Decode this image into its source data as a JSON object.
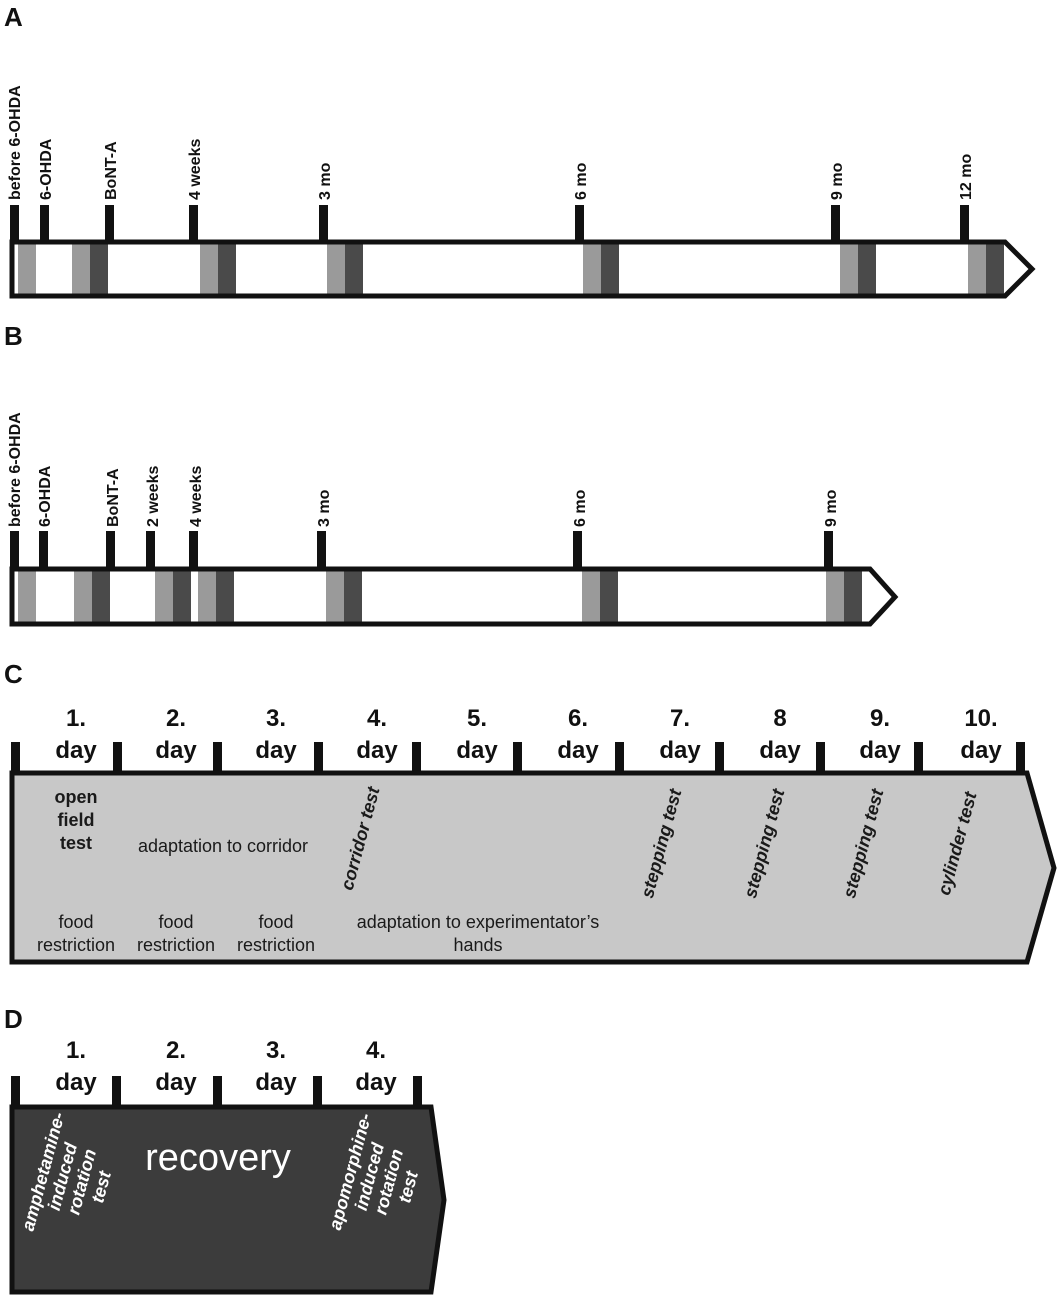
{
  "panels": {
    "A": {
      "letter": "A",
      "ticks": [
        "before 6-OHDA",
        "6-OHDA",
        "BoNT-A",
        "4 weeks",
        "3 mo",
        "6 mo",
        "9 mo",
        "12 mo"
      ]
    },
    "B": {
      "letter": "B",
      "ticks": [
        "before 6-OHDA",
        "6-OHDA",
        "BoNT-A",
        "2 weeks",
        "4 weeks",
        "3 mo",
        "6 mo",
        "9 mo"
      ]
    },
    "C": {
      "letter": "C",
      "days": [
        {
          "num": "1.",
          "word": "day"
        },
        {
          "num": "2.",
          "word": "day"
        },
        {
          "num": "3.",
          "word": "day"
        },
        {
          "num": "4.",
          "word": "day"
        },
        {
          "num": "5.",
          "word": "day"
        },
        {
          "num": "6.",
          "word": "day"
        },
        {
          "num": "7.",
          "word": "day"
        },
        {
          "num": "8",
          "word": "day"
        },
        {
          "num": "9.",
          "word": "day"
        },
        {
          "num": "10.",
          "word": "day"
        }
      ],
      "open_field": [
        "open",
        "field",
        "test"
      ],
      "adaptation_corridor": "adaptation to corridor",
      "food_restriction": [
        "food",
        "restriction"
      ],
      "adaptation_hands": [
        "adaptation to experimentator’s",
        "hands"
      ],
      "corridor_test": "corridor test",
      "stepping_test": "stepping test",
      "cylinder_test": "cylinder  test",
      "colors": {
        "fill": "#c8c8c8",
        "stroke": "#111111"
      }
    },
    "D": {
      "letter": "D",
      "days": [
        {
          "num": "1.",
          "word": "day"
        },
        {
          "num": "2.",
          "word": "day"
        },
        {
          "num": "3.",
          "word": "day"
        },
        {
          "num": "4.",
          "word": "day"
        }
      ],
      "recovery": "recovery",
      "amphetamine": [
        "amphetamine-",
        "induced",
        "rotation",
        "test"
      ],
      "apomorphine": [
        "apomorphine-",
        "induced",
        "rotation",
        "test"
      ],
      "colors": {
        "fill": "#3c3c3c",
        "stroke": "#111111"
      }
    }
  },
  "colors": {
    "light_block": "#9a9a9a",
    "dark_block": "#4a4a4a",
    "outline": "#111111"
  }
}
